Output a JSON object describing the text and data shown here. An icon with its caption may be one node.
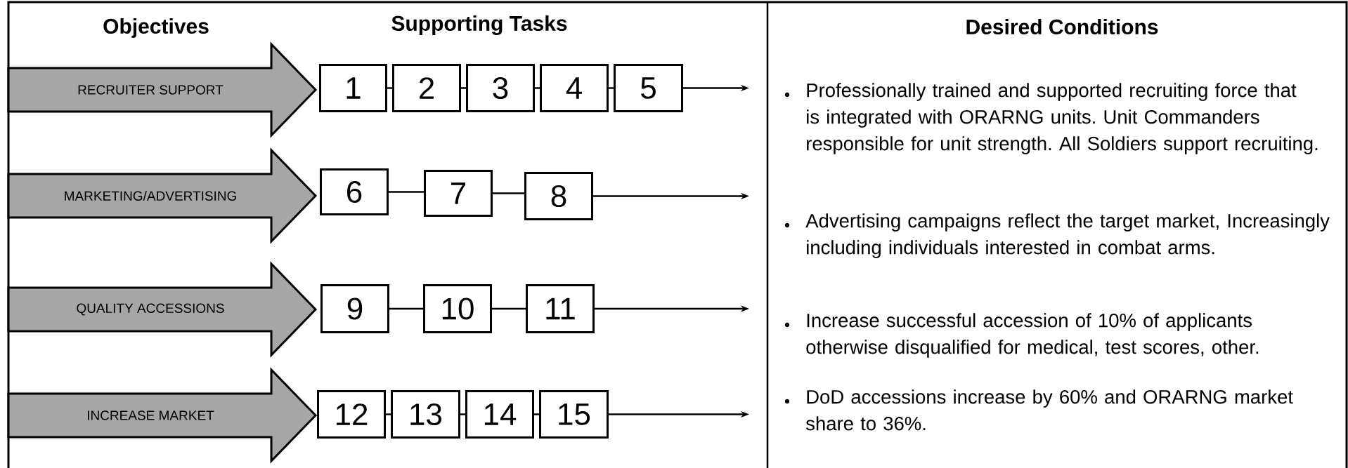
{
  "diagram": {
    "nodes": [
      {
        "text": [
          "RECRUITER SUPPORT"
        ]
      },
      {
        "text": [
          "1"
        ]
      },
      {
        "text": [
          "2"
        ]
      },
      {
        "text": [
          "3"
        ]
      },
      {
        "text": [
          "4"
        ]
      },
      {
        "text": [
          "5"
        ]
      },
      {
        "text": [
          "MARKETING/ADVERTISING"
        ]
      },
      {
        "text": [
          "6"
        ]
      },
      {
        "text": [
          "7"
        ]
      },
      {
        "text": [
          "8"
        ]
      },
      {
        "text": [
          "QUALITY ACCESSIONS"
        ]
      },
      {
        "text": [
          "9"
        ]
      },
      {
        "text": [
          "10"
        ]
      },
      {
        "text": [
          "11"
        ]
      },
      {
        "text": [
          "INCREASE MARKET"
        ]
      },
      {
        "text": [
          "12"
        ]
      },
      {
        "text": [
          "13"
        ]
      },
      {
        "text": [
          "14"
        ]
      },
      {
        "text": [
          "15"
        ]
      }
    ],
    "edges": [
      {
        "from": 1,
        "to": 2,
        "arrow": "none"
      },
      {
        "from": 2,
        "to": 3,
        "arrow": "none"
      },
      {
        "from": 3,
        "to": 4,
        "arrow": "none"
      },
      {
        "from": 4,
        "to": 5,
        "arrow": "none"
      },
      {
        "from": 5,
        "to": null,
        "arrow": "to"
      },
      {
        "from": 7,
        "to": 8,
        "arrow": "none"
      },
      {
        "from": 8,
        "to": 9,
        "arrow": "none"
      },
      {
        "from": 9,
        "to": null,
        "arrow": "to"
      },
      {
        "from": 11,
        "to": 12,
        "arrow": "none"
      },
      {
        "from": 12,
        "to": 13,
        "arrow": "none"
      },
      {
        "from": 13,
        "to": null,
        "arrow": "to"
      },
      {
        "from": 15,
        "to": 16,
        "arrow": "none"
      },
      {
        "from": 16,
        "to": 17,
        "arrow": "none"
      },
      {
        "from": 17,
        "to": 18,
        "arrow": "none"
      },
      {
        "from": 18,
        "to": null,
        "arrow": "to"
      }
    ],
    "labels": [
      "Objectives",
      "Supporting Tasks",
      "Desired Conditions",
      "Professionally trained and supported recruiting force that is integrated with ORARNG units. Unit Commanders responsible for unit strength. All Soldiers support recruiting.",
      "Advertising campaigns reflect the target market, Increasingly including individuals interested in combat arms.",
      "Increase successful accession of 10% of applicants otherwise disqualified for medical, test scores, other.",
      "DoD accessions increase by 60% and ORARNG market share to 36%."
    ]
  }
}
